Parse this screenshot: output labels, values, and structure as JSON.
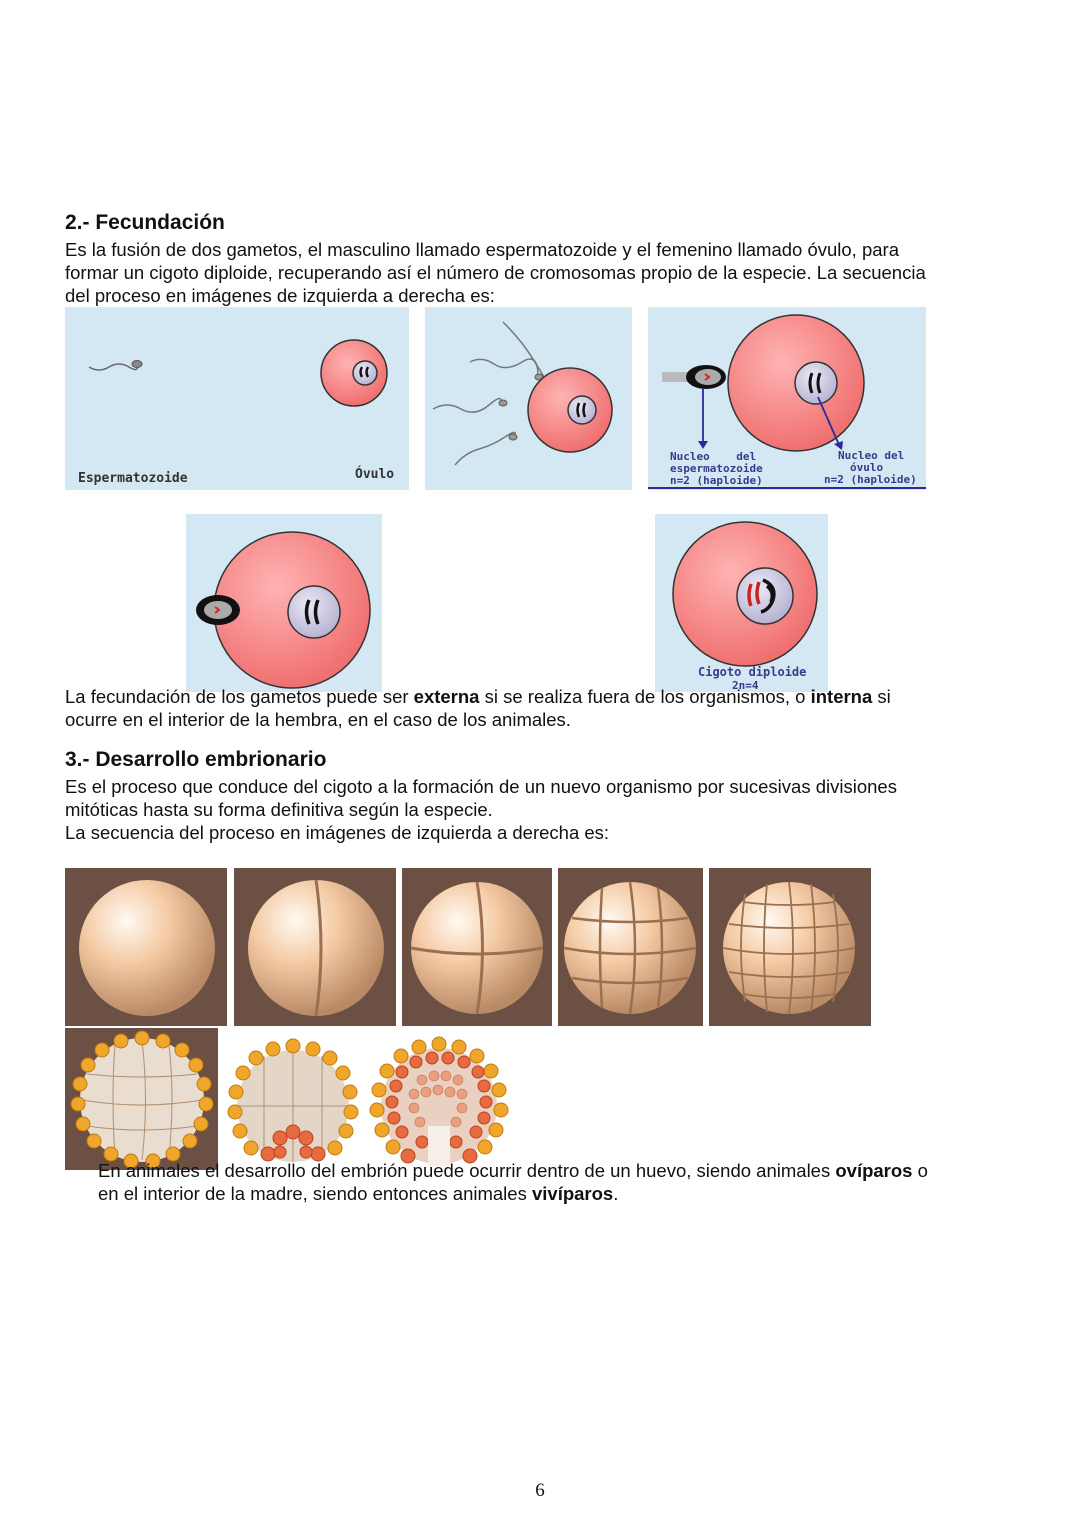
{
  "section2": {
    "title": "2.- Fecundación",
    "intro": [
      "Es la fusión de dos gametos, el masculino llamado espermatozoide y el femenino llamado óvulo, para",
      "formar un cigoto diploide, recuperando así el número de cromosomas propio de la especie. La secuencia",
      "del proceso en imágenes de izquierda a derecha es:"
    ],
    "figures": {
      "sperm_label": "Espermatozoide",
      "ovule_label": "Óvulo",
      "sperm_nucleus_label": [
        "Nucleo    del",
        "espermatozoide",
        "n=2 (haploide)"
      ],
      "ovule_nucleus_label": [
        "Nucleo del",
        "óvulo",
        "n=2 (haploide)"
      ],
      "zygote_label": [
        "Cigoto diploide",
        "2n=4"
      ]
    },
    "closing_pre": "La fecundación de los gametos puede ser ",
    "closing_b1": "externa",
    "closing_mid": " si se realiza fuera de los organismos, o ",
    "closing_b2": "interna",
    "closing_post": " si",
    "closing_line2": "ocurre en el interior de la hembra, en el caso de los animales."
  },
  "section3": {
    "title": "3.- Desarrollo embrionario",
    "intro": [
      "Es el proceso que conduce del cigoto a la formación de un nuevo organismo por sucesivas divisiones",
      "mitóticas hasta su forma definitiva según la especie.",
      "La secuencia del proceso en imágenes de izquierda a derecha es:"
    ],
    "closing_pre": "En animales el desarrollo del embrión puede ocurrir dentro de un huevo, siendo animales ",
    "closing_b1": "ovíparos",
    "closing_mid": " o",
    "closing_line2_pre": "en el interior de la madre, siendo entonces animales ",
    "closing_b2": "vivíparos",
    "closing_post": "."
  },
  "page_number": "6"
}
